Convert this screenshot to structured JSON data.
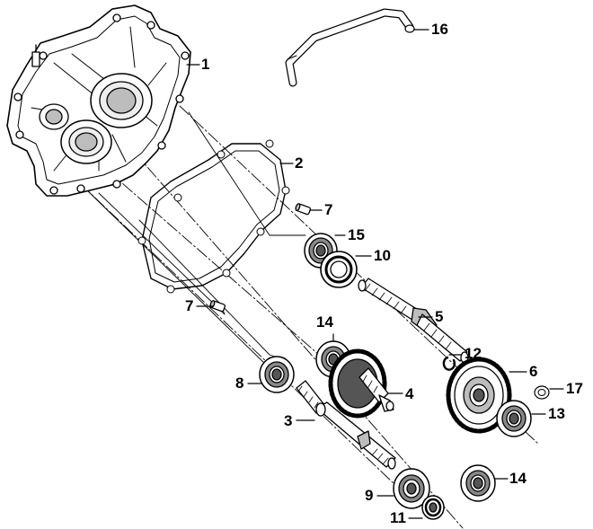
{
  "diagram": {
    "colors": {
      "line": "#000000",
      "fill": "#ffffff",
      "shade": "#bdbdbd",
      "dark": "#555555"
    },
    "parts": [
      {
        "id": "p1",
        "number": "1",
        "icon": "crankcase-cover-icon"
      },
      {
        "id": "p2",
        "number": "2",
        "icon": "gasket-icon"
      },
      {
        "id": "p3",
        "number": "3",
        "icon": "drive-shaft-icon"
      },
      {
        "id": "p4",
        "number": "4",
        "icon": "counter-gear-icon"
      },
      {
        "id": "p5",
        "number": "5",
        "icon": "final-shaft-icon"
      },
      {
        "id": "p6",
        "number": "6",
        "icon": "final-gear-icon"
      },
      {
        "id": "p7a",
        "number": "7",
        "icon": "dowel-pin-icon"
      },
      {
        "id": "p7b",
        "number": "7",
        "icon": "dowel-pin-icon"
      },
      {
        "id": "p8",
        "number": "8",
        "icon": "bearing-icon"
      },
      {
        "id": "p9",
        "number": "9",
        "icon": "bearing-icon"
      },
      {
        "id": "p10",
        "number": "10",
        "icon": "oil-seal-icon"
      },
      {
        "id": "p11",
        "number": "11",
        "icon": "oil-seal-icon"
      },
      {
        "id": "p12",
        "number": "12",
        "icon": "circlip-icon"
      },
      {
        "id": "p13",
        "number": "13",
        "icon": "bearing-icon"
      },
      {
        "id": "p14a",
        "number": "14",
        "icon": "bearing-icon"
      },
      {
        "id": "p14b",
        "number": "14",
        "icon": "bearing-icon"
      },
      {
        "id": "p15",
        "number": "15",
        "icon": "bearing-icon"
      },
      {
        "id": "p16",
        "number": "16",
        "icon": "breather-tube-icon"
      },
      {
        "id": "p17",
        "number": "17",
        "icon": "washer-icon"
      }
    ]
  }
}
